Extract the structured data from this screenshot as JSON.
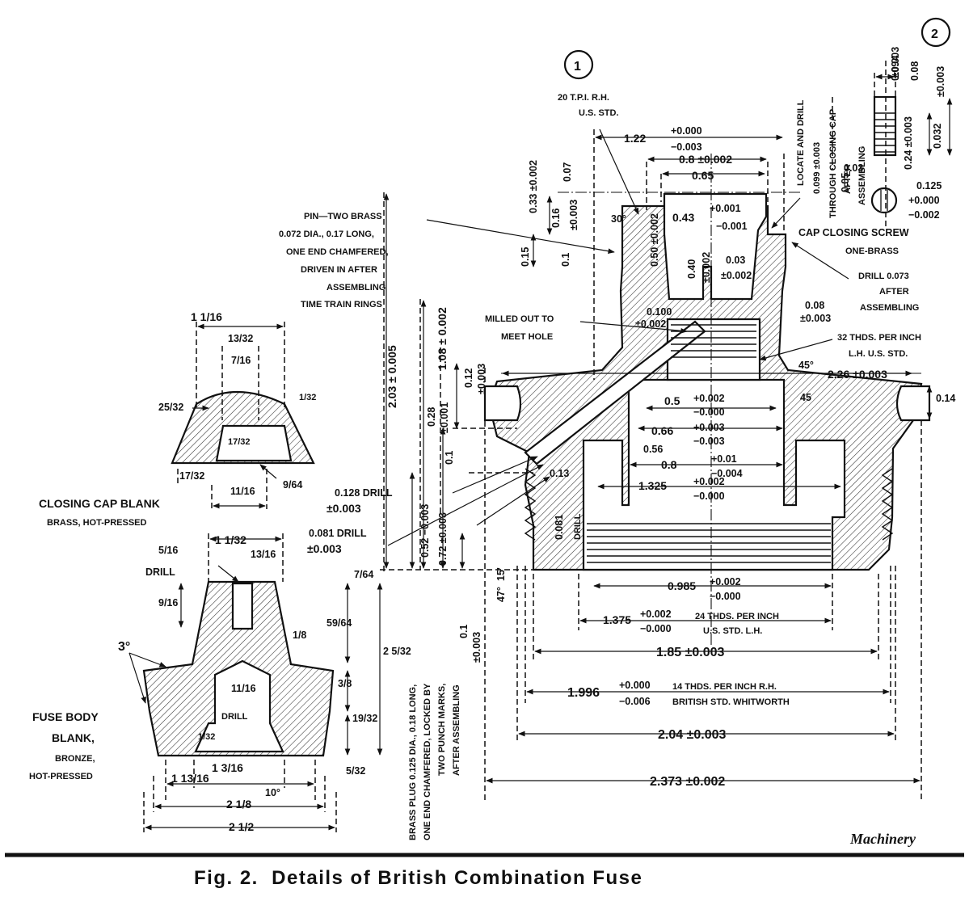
{
  "figure": {
    "caption": "Fig. 2.  Details of British Combination Fuse",
    "credit": "Machinery",
    "view_markers": [
      "1",
      "2"
    ]
  },
  "closing_cap_blank": {
    "title": "CLOSING CAP BLANK",
    "subtitle": "BRASS, HOT-PRESSED",
    "dims": {
      "top_width": "1 1/16",
      "top_inner": "13/32",
      "top_core": "7/16",
      "side_height": "25/32",
      "lip": "1/32",
      "recess_depth": "17/32",
      "bottom_width": "17/32",
      "bottom_inner": "11/16",
      "chamfer": "9/64"
    }
  },
  "fuse_body_blank": {
    "title_lines": [
      "FUSE BODY",
      "BLANK,",
      "BRONZE,",
      "HOT-PRESSED"
    ],
    "dims": {
      "drill_size": "5/16",
      "drill_label": "DRILL",
      "top_width": "1 1/32",
      "neck": "13/16",
      "drill_depth": "9/16",
      "angle": "3°",
      "taper": "1/8",
      "height_total": "2 5/32",
      "upper_height": "59/64",
      "mid": "3/8",
      "step": "7/64",
      "inner_bore": "11/16",
      "inner_drill": "DRILL",
      "recess": "19/32",
      "recess_side": "1/32",
      "base_step": "5/32",
      "bottom_inner": "1 3/16",
      "bottom_outer": "1 13/16",
      "base_angle": "10°",
      "width_mid": "2 1/8",
      "width_total": "2 1/2"
    }
  },
  "fuse_body": {
    "notes": {
      "thread_top": [
        "20 T.P.I. R.H.",
        "U.S. STD."
      ],
      "pin": [
        "PIN—TWO BRASS",
        "0.072 DIA., 0.17 LONG,",
        "ONE END CHAMFERED,",
        "DRIVEN IN AFTER",
        "ASSEMBLING",
        "TIME TRAIN RINGS"
      ],
      "milled": [
        "MILLED OUT TO",
        "MEET HOLE"
      ],
      "thread_inner": [
        "32 THDS. PER INCH",
        "L.H. U.S. STD."
      ],
      "locate_drill": [
        "LOCATE AND DRILL",
        "0.099 ±0.003",
        "THROUGH CLOSING CAP",
        "AFTER",
        "ASSEMBLING"
      ],
      "cap_screw": [
        "CAP CLOSING SCREW",
        "ONE-BRASS"
      ],
      "drill_073": [
        "DRILL 0.073",
        "AFTER",
        "ASSEMBLING"
      ],
      "brass_plug": [
        "BRASS PLUG 0.125 DIA., 0.18 LONG,",
        "ONE END CHAMFERED, LOCKED BY",
        "TWO PUNCH MARKS,",
        "AFTER ASSEMBLING"
      ],
      "drill_128": [
        "0.128 DRILL",
        "±0.003"
      ],
      "drill_081": [
        "0.081 DRILL",
        "±0.003"
      ],
      "thread_bottom": [
        "24 THDS. PER INCH",
        "U.S. STD. L.H."
      ],
      "thread_outer": [
        "14 THDS. PER INCH R.H.",
        "BRITISH STD. WHITWORTH"
      ]
    },
    "dims": {
      "d_122": "1.22",
      "d_122_tol": [
        "+0.000",
        "−0.003"
      ],
      "d_08": "0.8 ±0.002",
      "d_065": "0.65",
      "d_043": "0.43",
      "d_043_tol": [
        "+0.001",
        "−0.001"
      ],
      "d_033": "0.33 ±0.002",
      "d_007": "0.07",
      "d_016": "0.16",
      "d_003": "±0.003",
      "d_015": "0.15",
      "d_011": "0.1",
      "d_030deg": "30°",
      "d_050": "0.50 ±0.002",
      "d_040": "0.40",
      "d_040_tol": "±0.002",
      "d_003b": "0.03",
      "d_003b_tol": "±0.002",
      "d_0100": "0.100",
      "d_0100_tol": "±0.002",
      "d_008": "0.08",
      "d_008_tol": "±0.003",
      "d_203": "2.03 ± 0.005",
      "d_108": "1.08 ± 0.002",
      "d_012": "0.12",
      "d_012_tol": "±0.003",
      "d_028": "0.28",
      "d_028_tol": "±0.001",
      "d_01a": "0.1",
      "d_052": "0.52 −0.003",
      "d_072": "0.72 ±0.003",
      "d_01b": "0.1",
      "d_01b_tol": "±0.003",
      "d_47": "47°",
      "d_15": "15'",
      "d_45a": "45°",
      "d_45b": "45",
      "d_226": "2.26 ±0.003",
      "d_014": "0.14",
      "d_05": "0.5",
      "d_05_tol": [
        "+0.002",
        "−0.000"
      ],
      "d_066": "0.66",
      "d_066_tol": [
        "+0.003",
        "−0.003"
      ],
      "d_056": "0.56",
      "d_08b": "0.8",
      "d_08b_tol": [
        "+0.01",
        "−0.004"
      ],
      "d_1325": "1.325",
      "d_1325_tol": [
        "+0.002",
        "−0.000"
      ],
      "d_013": "0.13",
      "d_0081": "0.081",
      "d_drill": "DRILL",
      "d_0985": "0.985",
      "d_0985_tol": [
        "+0.002",
        "−0.000"
      ],
      "d_1375": "1.375",
      "d_1375_tol": [
        "+0.002",
        "−0.000"
      ],
      "d_185": "1.85 ±0.003",
      "d_1996": "1.996",
      "d_1996_tol": [
        "+0.000",
        "−0.006"
      ],
      "d_204": "2.04 ±0.003",
      "d_2373": "2.373 ±0.002"
    }
  },
  "cap_screw_detail": {
    "dims": {
      "d_0094": "0.094",
      "d_0094_tol": "±0.003",
      "d_008": "0.08",
      "d_0032": "0.032",
      "d_0032_tol": "±0.003",
      "d_024": "0.24 ±0.003",
      "d_003": "0.03",
      "d_0125": "0.125",
      "d_0125_tol": [
        "+0.000",
        "−0.002"
      ],
      "d_005": "0.05"
    }
  }
}
